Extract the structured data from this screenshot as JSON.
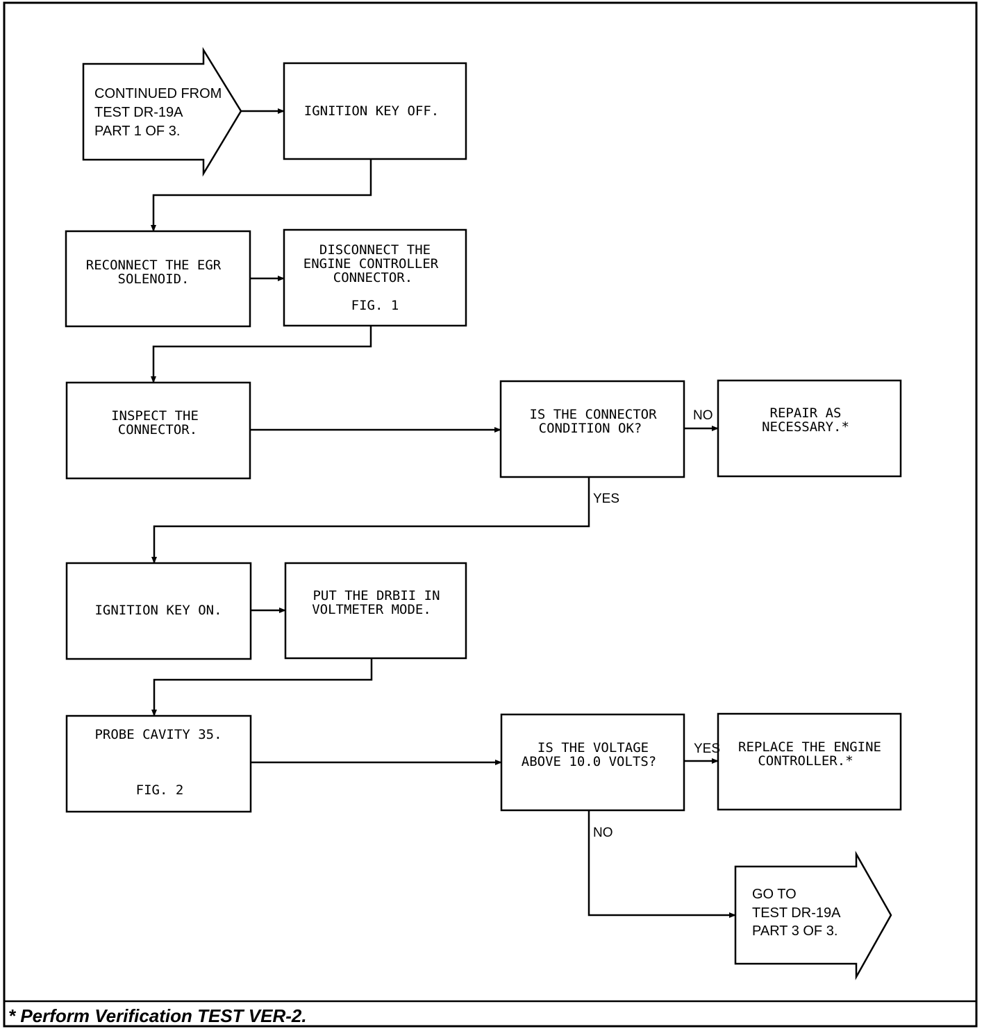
{
  "start_arrow": {
    "lines": [
      "CONTINUED FROM",
      "TEST DR-19A",
      "PART 1 OF 3."
    ]
  },
  "end_arrow": {
    "lines": [
      "GO TO",
      "TEST DR-19A",
      "PART 3 OF 3."
    ]
  },
  "boxes": {
    "ignition_off": {
      "lines": [
        "IGNITION KEY OFF."
      ]
    },
    "reconnect_egr": {
      "lines": [
        "RECONNECT THE EGR",
        "SOLENOID."
      ]
    },
    "disconnect_controller": {
      "lines": [
        "DISCONNECT THE",
        "ENGINE CONTROLLER",
        "CONNECTOR."
      ],
      "fig": "FIG. 1"
    },
    "inspect_connector": {
      "lines": [
        "INSPECT THE",
        "CONNECTOR."
      ]
    },
    "connector_ok": {
      "lines": [
        "IS THE CONNECTOR",
        "CONDITION OK?"
      ]
    },
    "repair": {
      "lines": [
        "REPAIR AS",
        "NECESSARY.*"
      ]
    },
    "ignition_on": {
      "lines": [
        "IGNITION KEY ON."
      ]
    },
    "voltmeter_mode": {
      "lines": [
        "PUT THE DRBII IN",
        "VOLTMETER MODE."
      ]
    },
    "probe_cavity": {
      "lines": [
        "PROBE CAVITY 35."
      ],
      "fig": "FIG. 2"
    },
    "voltage_check": {
      "lines": [
        "IS THE VOLTAGE",
        "ABOVE 10.0 VOLTS?"
      ]
    },
    "replace_controller": {
      "lines": [
        "REPLACE THE ENGINE",
        "CONTROLLER.*"
      ]
    }
  },
  "labels": {
    "no_repair": "NO",
    "yes_connector": "YES",
    "yes_replace": "YES",
    "no_voltage": "NO"
  },
  "footer": "* Perform Verification TEST VER-2."
}
